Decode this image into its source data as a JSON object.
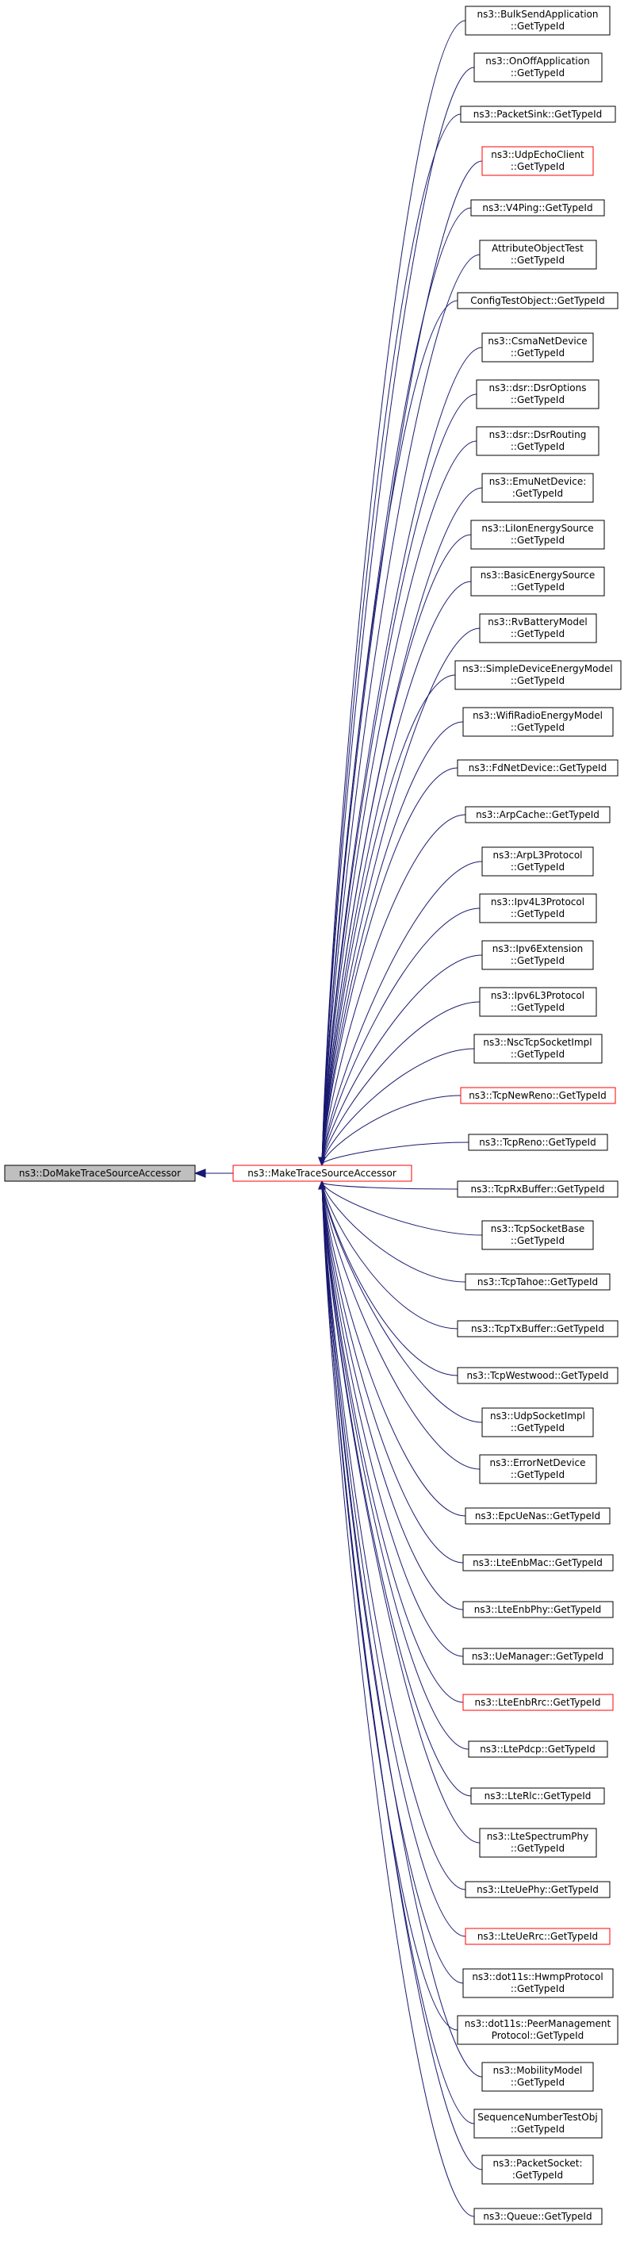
{
  "colors": {
    "edge": "#191970",
    "highlight_border": "#ff0000",
    "root_fill": "#bfbfbf"
  },
  "root": {
    "label": "ns3::DoMakeTraceSourceAccessor"
  },
  "center": {
    "label": "ns3::MakeTraceSourceAccessor"
  },
  "callers": [
    {
      "lines": [
        "ns3::BulkSendApplication",
        "::GetTypeId"
      ],
      "red": false
    },
    {
      "lines": [
        "ns3::OnOffApplication",
        "::GetTypeId"
      ],
      "red": false
    },
    {
      "lines": [
        "ns3::PacketSink::GetTypeId"
      ],
      "red": false
    },
    {
      "lines": [
        "ns3::UdpEchoClient",
        "::GetTypeId"
      ],
      "red": true
    },
    {
      "lines": [
        "ns3::V4Ping::GetTypeId"
      ],
      "red": false
    },
    {
      "lines": [
        "AttributeObjectTest",
        "::GetTypeId"
      ],
      "red": false
    },
    {
      "lines": [
        "ConfigTestObject::GetTypeId"
      ],
      "red": false
    },
    {
      "lines": [
        "ns3::CsmaNetDevice",
        "::GetTypeId"
      ],
      "red": false
    },
    {
      "lines": [
        "ns3::dsr::DsrOptions",
        "::GetTypeId"
      ],
      "red": false
    },
    {
      "lines": [
        "ns3::dsr::DsrRouting",
        "::GetTypeId"
      ],
      "red": false
    },
    {
      "lines": [
        "ns3::EmuNetDevice:",
        ":GetTypeId"
      ],
      "red": false
    },
    {
      "lines": [
        "ns3::LiIonEnergySource",
        "::GetTypeId"
      ],
      "red": false
    },
    {
      "lines": [
        "ns3::BasicEnergySource",
        "::GetTypeId"
      ],
      "red": false
    },
    {
      "lines": [
        "ns3::RvBatteryModel",
        "::GetTypeId"
      ],
      "red": false
    },
    {
      "lines": [
        "ns3::SimpleDeviceEnergyModel",
        "::GetTypeId"
      ],
      "red": false
    },
    {
      "lines": [
        "ns3::WifiRadioEnergyModel",
        "::GetTypeId"
      ],
      "red": false
    },
    {
      "lines": [
        "ns3::FdNetDevice::GetTypeId"
      ],
      "red": false
    },
    {
      "lines": [
        "ns3::ArpCache::GetTypeId"
      ],
      "red": false
    },
    {
      "lines": [
        "ns3::ArpL3Protocol",
        "::GetTypeId"
      ],
      "red": false
    },
    {
      "lines": [
        "ns3::Ipv4L3Protocol",
        "::GetTypeId"
      ],
      "red": false
    },
    {
      "lines": [
        "ns3::Ipv6Extension",
        "::GetTypeId"
      ],
      "red": false
    },
    {
      "lines": [
        "ns3::Ipv6L3Protocol",
        "::GetTypeId"
      ],
      "red": false
    },
    {
      "lines": [
        "ns3::NscTcpSocketImpl",
        "::GetTypeId"
      ],
      "red": false
    },
    {
      "lines": [
        "ns3::TcpNewReno::GetTypeId"
      ],
      "red": true
    },
    {
      "lines": [
        "ns3::TcpReno::GetTypeId"
      ],
      "red": false
    },
    {
      "lines": [
        "ns3::TcpRxBuffer::GetTypeId"
      ],
      "red": false
    },
    {
      "lines": [
        "ns3::TcpSocketBase",
        "::GetTypeId"
      ],
      "red": false
    },
    {
      "lines": [
        "ns3::TcpTahoe::GetTypeId"
      ],
      "red": false
    },
    {
      "lines": [
        "ns3::TcpTxBuffer::GetTypeId"
      ],
      "red": false
    },
    {
      "lines": [
        "ns3::TcpWestwood::GetTypeId"
      ],
      "red": false
    },
    {
      "lines": [
        "ns3::UdpSocketImpl",
        "::GetTypeId"
      ],
      "red": false
    },
    {
      "lines": [
        "ns3::ErrorNetDevice",
        "::GetTypeId"
      ],
      "red": false
    },
    {
      "lines": [
        "ns3::EpcUeNas::GetTypeId"
      ],
      "red": false
    },
    {
      "lines": [
        "ns3::LteEnbMac::GetTypeId"
      ],
      "red": false
    },
    {
      "lines": [
        "ns3::LteEnbPhy::GetTypeId"
      ],
      "red": false
    },
    {
      "lines": [
        "ns3::UeManager::GetTypeId"
      ],
      "red": false
    },
    {
      "lines": [
        "ns3::LteEnbRrc::GetTypeId"
      ],
      "red": true
    },
    {
      "lines": [
        "ns3::LtePdcp::GetTypeId"
      ],
      "red": false
    },
    {
      "lines": [
        "ns3::LteRlc::GetTypeId"
      ],
      "red": false
    },
    {
      "lines": [
        "ns3::LteSpectrumPhy",
        "::GetTypeId"
      ],
      "red": false
    },
    {
      "lines": [
        "ns3::LteUePhy::GetTypeId"
      ],
      "red": false
    },
    {
      "lines": [
        "ns3::LteUeRrc::GetTypeId"
      ],
      "red": true
    },
    {
      "lines": [
        "ns3::dot11s::HwmpProtocol",
        "::GetTypeId"
      ],
      "red": false
    },
    {
      "lines": [
        "ns3::dot11s::PeerManagement",
        "Protocol::GetTypeId"
      ],
      "red": false
    },
    {
      "lines": [
        "ns3::MobilityModel",
        "::GetTypeId"
      ],
      "red": false
    },
    {
      "lines": [
        "SequenceNumberTestObj",
        "::GetTypeId"
      ],
      "red": false
    },
    {
      "lines": [
        "ns3::PacketSocket:",
        ":GetTypeId"
      ],
      "red": false
    },
    {
      "lines": [
        "ns3::Queue::GetTypeId"
      ],
      "red": false
    }
  ]
}
